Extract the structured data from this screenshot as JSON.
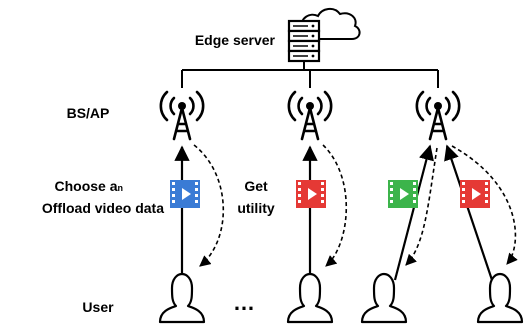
{
  "labels": {
    "edge_server": "Edge server",
    "bs_ap": "BS/AP",
    "choose_line1": "Choose a",
    "choose_subscript": "n",
    "choose_line2": "Offload video data",
    "get_line1": "Get",
    "get_line2": "utility",
    "user": "User",
    "ellipsis": "…"
  },
  "icons": {
    "server": "server-rack-icon",
    "cloud": "cloud-icon",
    "tower": "radio-tower-icon",
    "video": "video-file-icon",
    "user": "user-silhouette-icon"
  },
  "colors": {
    "video_blue": "#3a7bd5",
    "video_red": "#e53935",
    "video_green": "#3cb44b",
    "line": "#000000"
  }
}
